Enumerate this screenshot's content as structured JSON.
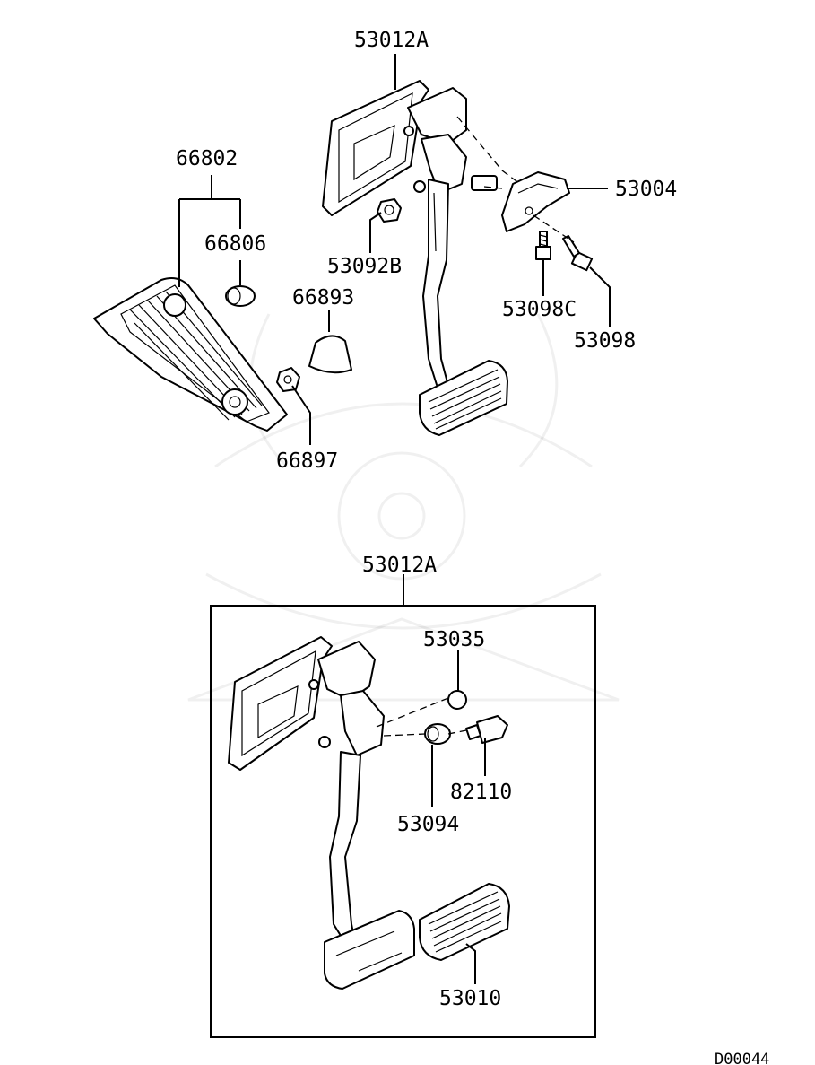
{
  "diagram_code": "D00044",
  "top_assembly": {
    "labels": {
      "pedal_assy": "53012A",
      "bracket": "53004",
      "nut": "53092B",
      "bolt_c": "53098C",
      "bolt": "53098",
      "pad_assy": "66802",
      "clip": "66806",
      "pad_cover": "66893",
      "pad_nut": "66897"
    }
  },
  "bottom_assembly": {
    "labels": {
      "pedal_assy": "53012A",
      "stopper": "53035",
      "switch": "82110",
      "bushing": "53094",
      "pedal_pad": "53010"
    }
  }
}
